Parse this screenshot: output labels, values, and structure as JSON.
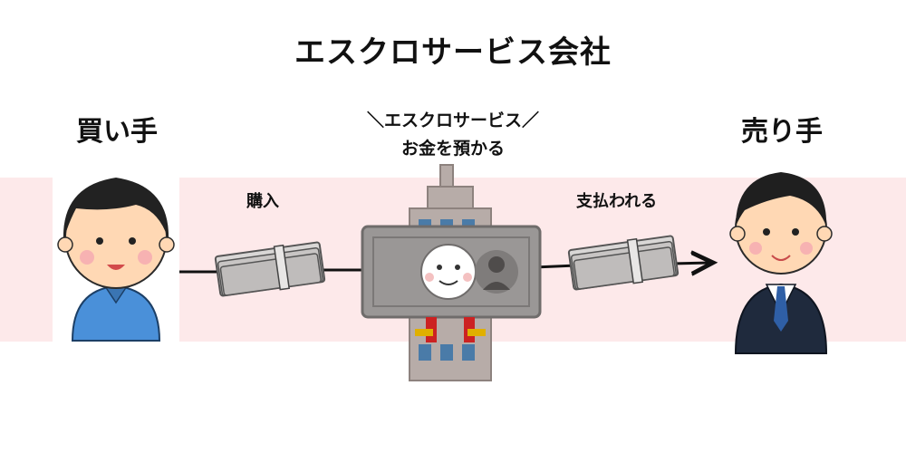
{
  "title": "エスクロサービス会社",
  "buyer": {
    "label": "買い手"
  },
  "seller": {
    "label": "売り手"
  },
  "escrow": {
    "line1": "＼エスクロサービス／",
    "line2": "お金を預かる"
  },
  "flows": {
    "purchase": "購入",
    "paid": "支払われる"
  },
  "colors": {
    "band": "#fde9ea",
    "arrow": "#111111",
    "banknote": "#9a9796",
    "building": "#b7aca8",
    "buyer_shirt": "#4a90d9",
    "seller_suit": "#1f2a3d"
  },
  "icons": {
    "buyer": "buyer-person-icon",
    "seller": "seller-person-icon",
    "money": "money-bundle-icon",
    "escrow": "escrow-building-icon"
  }
}
